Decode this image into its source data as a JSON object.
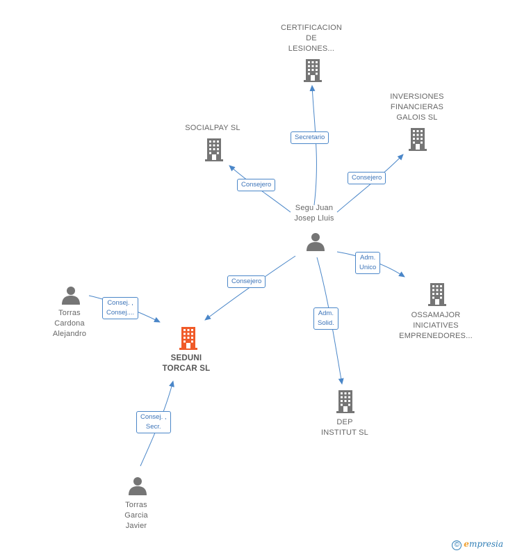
{
  "colors": {
    "edge": "#4a86c8",
    "building": "#757575",
    "building_main": "#f05a28",
    "person": "#757575"
  },
  "nodes": {
    "certificacion": {
      "lines": [
        "CERTIFICACION",
        "DE",
        "LESIONES..."
      ],
      "icon": "building-icon"
    },
    "inversiones": {
      "lines": [
        "INVERSIONES",
        "FINANCIERAS",
        "GALOIS  SL"
      ],
      "icon": "building-icon"
    },
    "socialpay": {
      "lines": [
        "SOCIALPAY  SL"
      ],
      "icon": "building-icon"
    },
    "segu": {
      "lines": [
        "Segu Juan",
        "Josep Lluis"
      ],
      "icon": "person-icon"
    },
    "ossamajor": {
      "lines": [
        "OSSAMAJOR",
        "INICIATIVES",
        "EMPRENEDORES..."
      ],
      "icon": "building-icon"
    },
    "torras_cardona": {
      "lines": [
        "Torras",
        "Cardona",
        "Alejandro"
      ],
      "icon": "person-icon"
    },
    "seduni": {
      "lines": [
        "SEDUNI",
        "TORCAR  SL"
      ],
      "icon": "building-icon"
    },
    "dep": {
      "lines": [
        "DEP",
        "INSTITUT SL"
      ],
      "icon": "building-icon"
    },
    "torras_garcia": {
      "lines": [
        "Torras",
        "Garcia",
        "Javier"
      ],
      "icon": "person-icon"
    }
  },
  "edges": {
    "secretario": {
      "lines": [
        "Secretario"
      ]
    },
    "consejero_social": {
      "lines": [
        "Consejero"
      ]
    },
    "consejero_inv": {
      "lines": [
        "Consejero"
      ]
    },
    "adm_unico": {
      "lines": [
        "Adm.",
        "Unico"
      ]
    },
    "consejero_seduni": {
      "lines": [
        "Consejero"
      ]
    },
    "consej_cardona": {
      "lines": [
        "Consej. ,",
        "Consej...."
      ]
    },
    "adm_solid": {
      "lines": [
        "Adm.",
        "Solid."
      ]
    },
    "consej_secr": {
      "lines": [
        "Consej. ,",
        "Secr."
      ]
    }
  },
  "footer": {
    "copyright": "©",
    "brand_initial": "e",
    "brand_rest": "mpresia"
  }
}
